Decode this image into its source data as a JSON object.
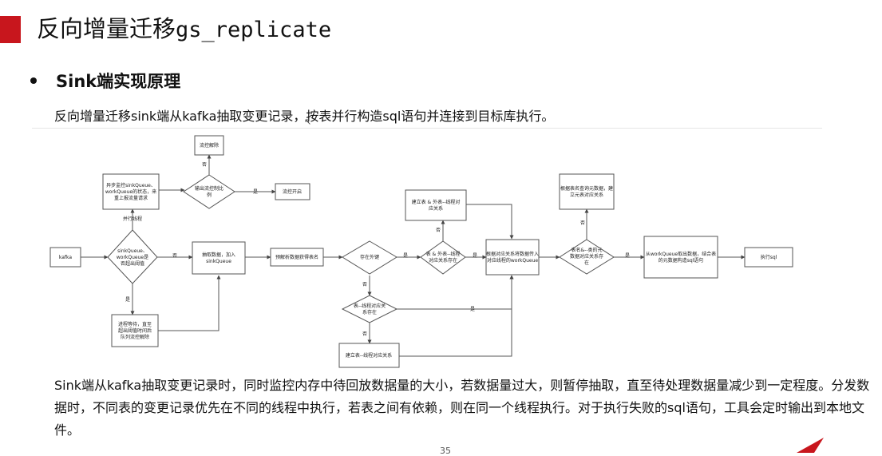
{
  "slide": {
    "title_cn": "反向增量迁移",
    "title_latin": "gs_replicate",
    "bullet": "Sink端实现原理",
    "intro": "反向增量迁移sink端从kafka抽取变更记录，按表并行构造sql语句并连接到目标库执行。",
    "body": "Sink端从kafka抽取变更记录时，同时监控内存中待回放数据量的大小，若数据量过大，则暂停抽取，直至待处理数据量减少到一定程度。分发数据时，不同表的变更记录优先在不同的线程中执行，若表之间有依赖，则在同一个线程执行。对于执行失败的sql语句，工具会定时输出到本地文件。",
    "page_number": "35",
    "accent_color": "#c8161d"
  },
  "flowchart": {
    "nodes": {
      "kafka": [
        "kafka"
      ],
      "check_threshold": [
        "sinkQueue、",
        "workQueue是",
        "否超出阈值"
      ],
      "fetch": [
        "抽取数据，加入",
        "sinkQueue"
      ],
      "preparse": [
        "预解析数据获得表名"
      ],
      "foreign_key": [
        "存在外键"
      ],
      "table_thread_rel": [
        "表 & 外表--线程",
        "对应关系存在"
      ],
      "build_rel_1": [
        "建立表 & 外表--线程对",
        "应关系"
      ],
      "dispatch": [
        "根据对应关系将数据传入",
        "对应线程的workQueue"
      ],
      "table_only_rel": [
        "表--线程对应关",
        "系存在"
      ],
      "build_rel_2": [
        "建立表--线程对应关系"
      ],
      "meta_check": [
        "表名&--类的元",
        "数据对应关系存",
        "在"
      ],
      "build_meta": [
        "根据表名查询元数据，建",
        "立元表对应关系"
      ],
      "construct_sql": [
        "从workQueue取出数据，结合表",
        "的元数据构造sql语句"
      ],
      "execute_sql": [
        "执行sql"
      ],
      "async_monitor": [
        "异步监控sinkQueue、",
        "workQueue的状态，来",
        "重上报流量请求"
      ],
      "flow_ratio": [
        "输出流控制比",
        "例"
      ],
      "release": [
        "流控解除"
      ],
      "flow_on": [
        "流控开启"
      ],
      "wait": [
        "进程等待，直至",
        "超出阈值时间后",
        "队列流控解除"
      ]
    },
    "edge_labels": {
      "yes": "是",
      "no": "否",
      "parallel_thread": "并行线程"
    }
  }
}
